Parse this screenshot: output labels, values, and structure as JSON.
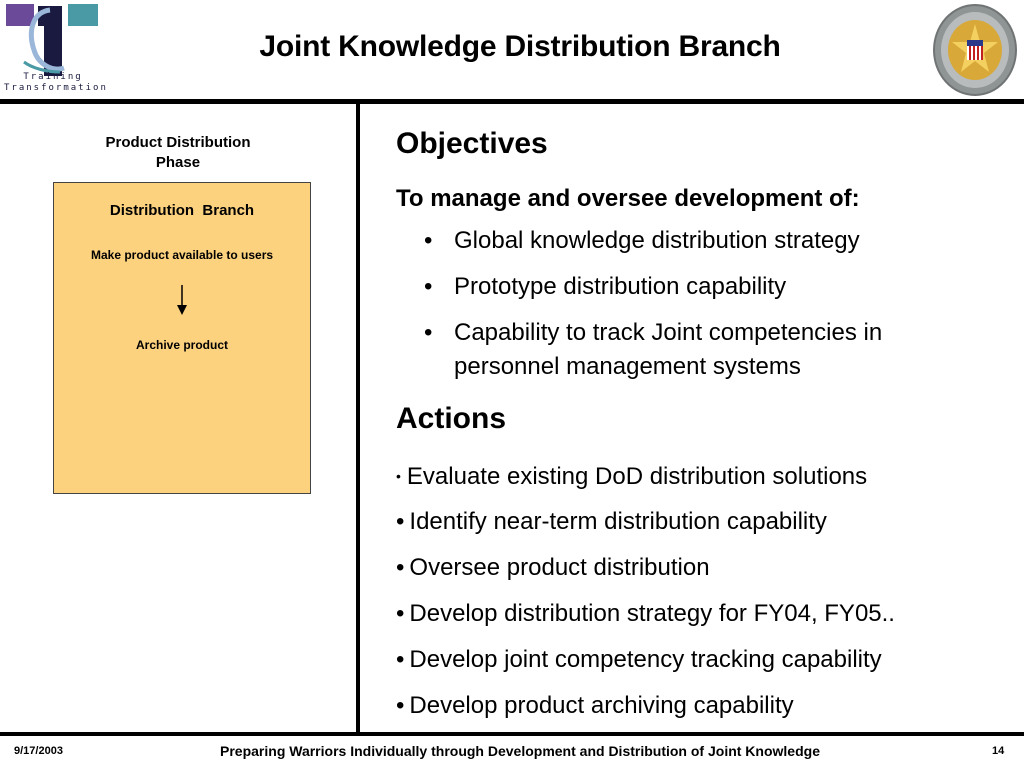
{
  "header": {
    "title": "Joint Knowledge Distribution Branch",
    "logo": {
      "icon": "training-transformation-logo",
      "line1": "Training",
      "line2": "Transformation",
      "colors": {
        "purple": "#6b4a9a",
        "teal": "#4a9aa6",
        "dark": "#1a1a40"
      }
    },
    "seal": {
      "icon": "joint-chiefs-of-staff-seal"
    }
  },
  "diagram": {
    "phase_label_line1": "Product Distribution",
    "phase_label_line2": "Phase",
    "box_title": "Distribution  Branch",
    "step1": "Make product available to users",
    "step2": "Archive product",
    "arrow_icon": "arrow-down-icon",
    "box_color": "#fdd27f"
  },
  "objectives": {
    "heading": "Objectives",
    "intro": "To manage and oversee development of:",
    "items": [
      {
        "text": "Global knowledge distribution strategy"
      },
      {
        "text": "Prototype distribution capability"
      },
      {
        "text": "Capability to track Joint competencies in personnel management systems"
      }
    ]
  },
  "actions": {
    "heading": "Actions",
    "items": [
      {
        "text": "Evaluate existing DoD distribution solutions"
      },
      {
        "text": "Identify near-term distribution capability"
      },
      {
        "text": "Oversee product distribution"
      },
      {
        "text": "Develop distribution strategy for FY04, FY05.."
      },
      {
        "text": "Develop joint competency tracking capability"
      },
      {
        "text": "Develop product archiving capability"
      }
    ]
  },
  "footer": {
    "date": "9/17/2003",
    "text": "Preparing Warriors Individually through Development and Distribution of Joint Knowledge",
    "page": "14"
  }
}
